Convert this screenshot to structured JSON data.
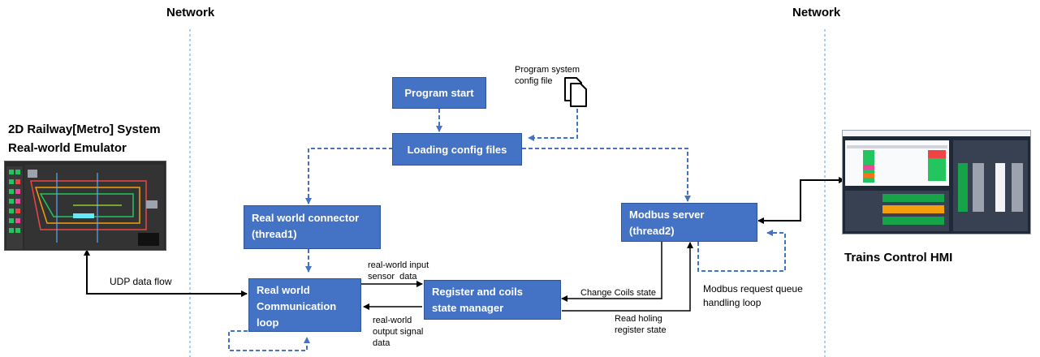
{
  "network_labels": {
    "left": "Network",
    "right": "Network"
  },
  "emulator": {
    "title_line1": "2D Railway[Metro] System",
    "title_line2": "Real-world Emulator"
  },
  "hmi": {
    "title": "Trains Control HMI"
  },
  "file_note": {
    "line1": "Program system",
    "line2": "config file"
  },
  "boxes": {
    "program_start": "Program start",
    "loading_config": "Loading config files",
    "real_world_connector": {
      "line1": "Real world connector",
      "line2": "(thread1)"
    },
    "modbus_server": {
      "line1": "Modbus server",
      "line2": "(thread2)"
    },
    "comm_loop": {
      "line1": "Real world",
      "line2": "Communication",
      "line3": "loop"
    },
    "register_manager": {
      "line1": "Register and coils",
      "line2": "state manager"
    }
  },
  "edge_labels": {
    "udp": "UDP data flow",
    "input_line1": "real-world input",
    "input_line2": "sensor  data",
    "output_line1": "real-world",
    "output_line2": "output signal",
    "output_line3": "data",
    "change_coils": "Change Coils state",
    "read_line1": "Read holing",
    "read_line2": "register state",
    "queue_line1": "Modbus request queue",
    "queue_line2": "handling loop"
  },
  "colors": {
    "box_fill": "#4472c4",
    "dashed_arrow": "#4472c4",
    "solid_arrow": "#000000",
    "network_line": "#5b9bd5"
  }
}
